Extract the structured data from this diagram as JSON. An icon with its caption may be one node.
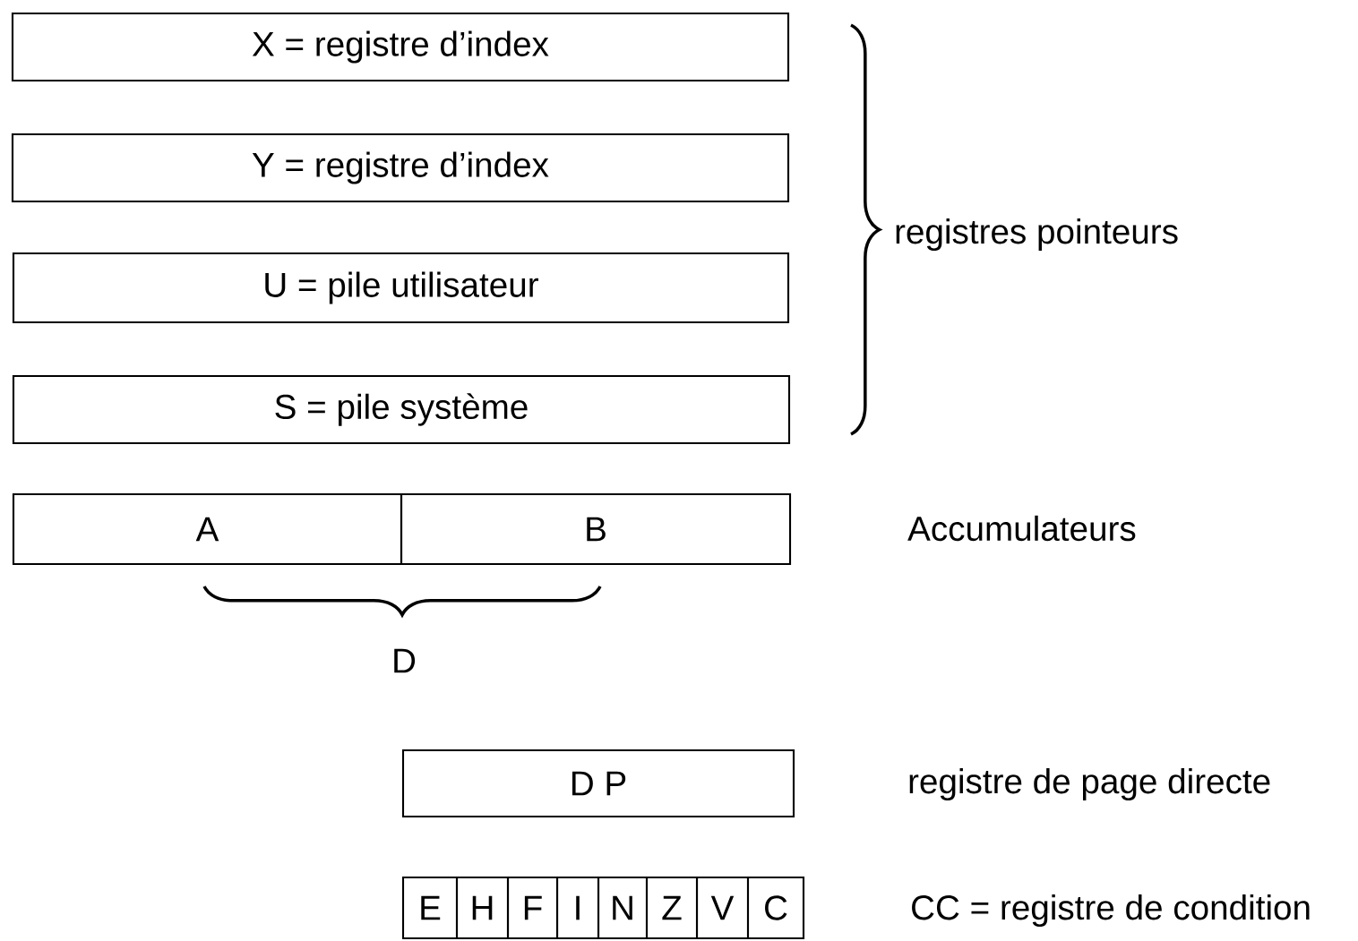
{
  "diagram": {
    "nodes": [
      {
        "text": [
          "X = registre d’index"
        ]
      },
      {
        "text": [
          "Y = registre d’index"
        ]
      },
      {
        "text": [
          "U = pile utilisateur"
        ]
      },
      {
        "text": [
          "S = pile système"
        ]
      },
      {
        "text": [
          "A"
        ]
      },
      {
        "text": [
          "B"
        ]
      },
      {
        "text": [
          "D P"
        ]
      },
      {
        "text": [
          "E"
        ]
      },
      {
        "text": [
          "H"
        ]
      },
      {
        "text": [
          "F"
        ]
      },
      {
        "text": [
          "I"
        ]
      },
      {
        "text": [
          "N"
        ]
      },
      {
        "text": [
          "Z"
        ]
      },
      {
        "text": [
          "V"
        ]
      },
      {
        "text": [
          "C"
        ]
      }
    ],
    "labels": [
      "registres pointeurs",
      "Accumulateurs",
      "D",
      "registre de page directe",
      "CC = registre de condition"
    ]
  }
}
